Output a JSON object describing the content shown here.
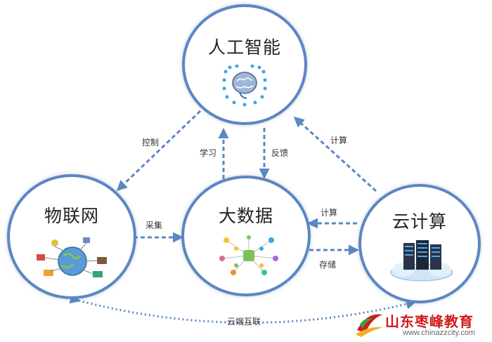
{
  "nodes": {
    "ai": {
      "label": "人工智能",
      "icon": "brain-icon"
    },
    "bigdata": {
      "label": "大数据",
      "icon": "data-network-icon"
    },
    "iot": {
      "label": "物联网",
      "icon": "globe-devices-icon"
    },
    "cloud": {
      "label": "云计算",
      "icon": "server-cloud-icon"
    }
  },
  "edges": {
    "control": "控制",
    "learn": "学习",
    "feedback": "反馈",
    "compute_ai": "计算",
    "collect": "采集",
    "compute_bd": "计算",
    "store": "存储",
    "cloud_link": "云端互联"
  },
  "watermark": {
    "brand": "山东枣峰教育",
    "url": "www.chinazzcity.com"
  },
  "colors": {
    "circle_border": "#5b87c2",
    "arrow": "#5b87c2",
    "brand": "#d11a1a"
  }
}
